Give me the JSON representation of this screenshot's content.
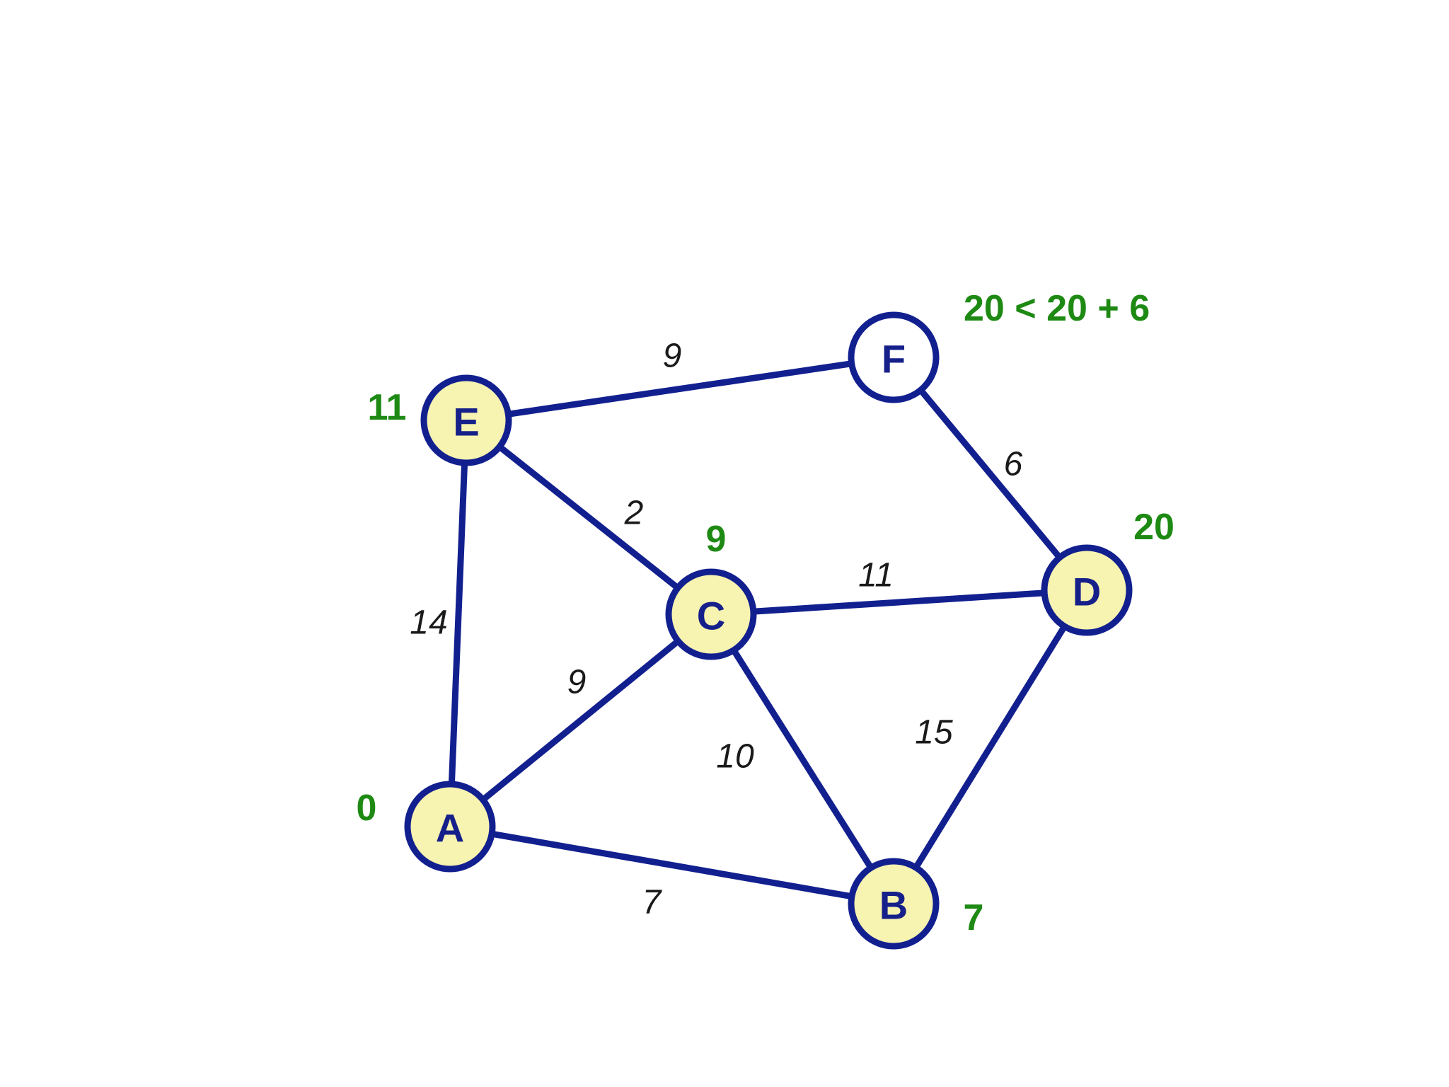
{
  "nodes": [
    {
      "id": "A",
      "label": "A",
      "distance": "0",
      "visited": true
    },
    {
      "id": "B",
      "label": "B",
      "distance": "7",
      "visited": true
    },
    {
      "id": "C",
      "label": "C",
      "distance": "9",
      "visited": true
    },
    {
      "id": "D",
      "label": "D",
      "distance": "20",
      "visited": true
    },
    {
      "id": "E",
      "label": "E",
      "distance": "11",
      "visited": true
    },
    {
      "id": "F",
      "label": "F",
      "distance": "",
      "visited": false
    }
  ],
  "edges": [
    {
      "from": "A",
      "to": "E",
      "weight": "14"
    },
    {
      "from": "A",
      "to": "C",
      "weight": "9"
    },
    {
      "from": "A",
      "to": "B",
      "weight": "7"
    },
    {
      "from": "E",
      "to": "F",
      "weight": "9"
    },
    {
      "from": "E",
      "to": "C",
      "weight": "2"
    },
    {
      "from": "C",
      "to": "D",
      "weight": "11"
    },
    {
      "from": "C",
      "to": "B",
      "weight": "10"
    },
    {
      "from": "F",
      "to": "D",
      "weight": "6"
    },
    {
      "from": "D",
      "to": "B",
      "weight": "15"
    }
  ],
  "note": "20 < 20 + 6",
  "colors": {
    "edge": "#12208f",
    "visited_fill": "#f7f3b0",
    "unvisited_fill": "#ffffff",
    "distance_text": "#1e8a14",
    "weight_text": "#1a1a1a"
  }
}
